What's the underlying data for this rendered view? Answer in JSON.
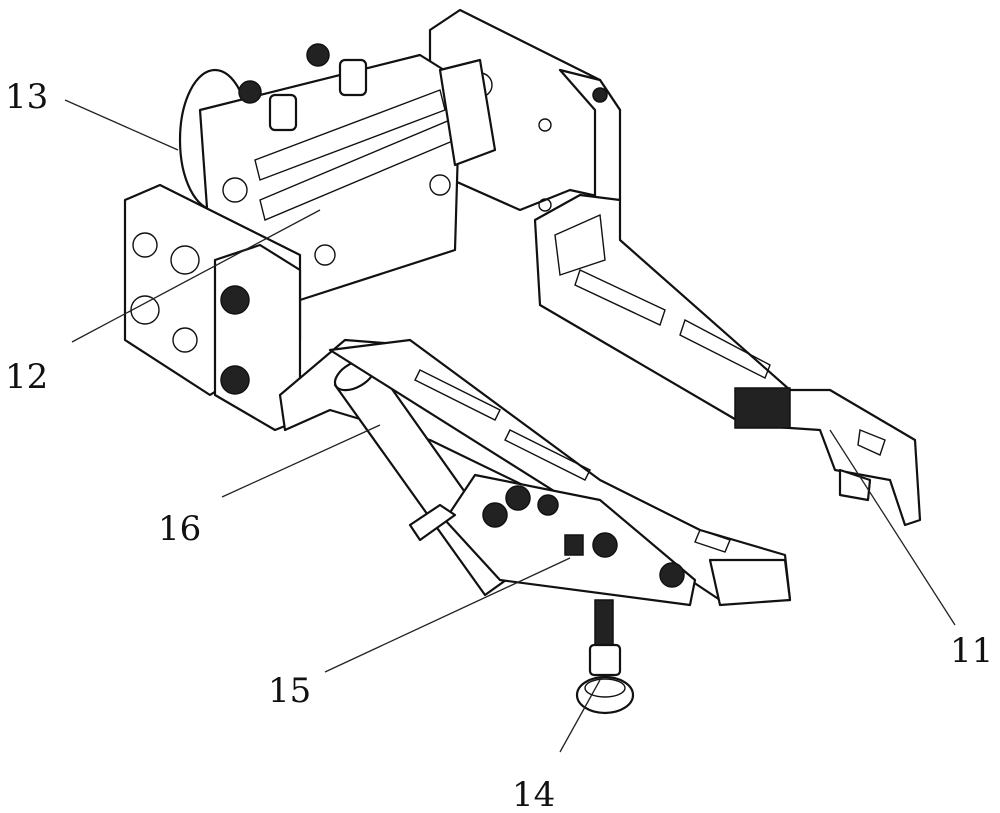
{
  "figure": {
    "labels": [
      {
        "id": "label-11",
        "text": "11"
      },
      {
        "id": "label-12",
        "text": "12"
      },
      {
        "id": "label-13",
        "text": "13"
      },
      {
        "id": "label-14",
        "text": "14"
      },
      {
        "id": "label-15",
        "text": "15"
      },
      {
        "id": "label-16",
        "text": "16"
      }
    ]
  }
}
